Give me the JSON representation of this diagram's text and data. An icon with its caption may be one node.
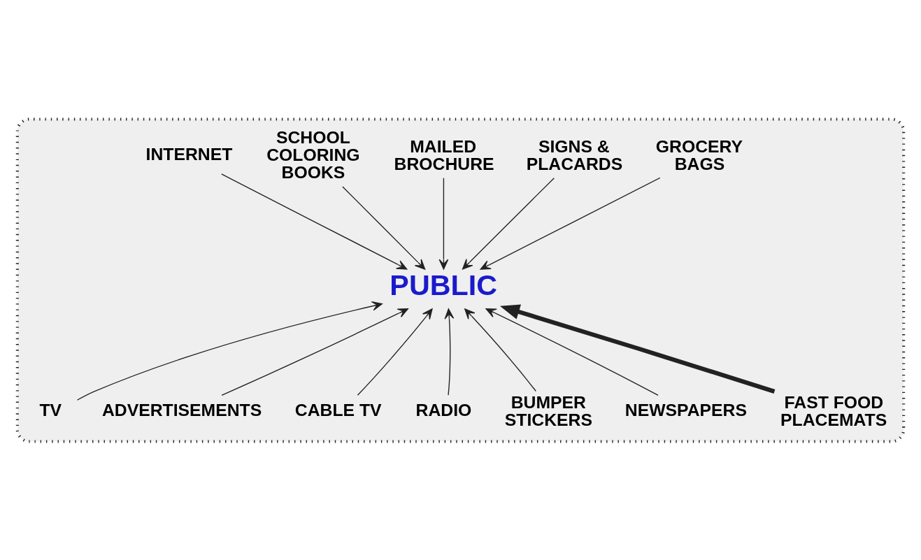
{
  "diagram": {
    "nodes": [
      {
        "text": [],
        "shape": "ellipse"
      },
      {
        "text": [
          "GROCERY BAGS"
        ],
        "in": 0
      },
      {
        "text": [
          "SIGNS & PLACARDS"
        ],
        "in": 0
      },
      {
        "text": [
          "MAILED BROCHURE"
        ],
        "in": 0
      },
      {
        "text": [
          "SCHOOL COLORING BOOKS"
        ],
        "in": 0
      },
      {
        "text": [
          "INTERNET"
        ],
        "in": 0
      },
      {
        "text": [
          "PUBLIC"
        ],
        "in": 0
      },
      {
        "text": [
          "TV"
        ],
        "in": 0
      },
      {
        "text": [
          "ADVERTISEMENTS"
        ],
        "in": 0
      },
      {
        "text": [
          "CABLE TV"
        ],
        "in": 0
      },
      {
        "text": [
          "RADIO"
        ],
        "in": 0
      },
      {
        "text": [
          "BUMPER STICKERS"
        ],
        "in": 0
      },
      {
        "text": [
          "NEWSPAPERS"
        ],
        "in": 0
      },
      {
        "text": [
          "FAST FOOD PLACEMATS"
        ],
        "in": 0
      }
    ],
    "edges": [
      {
        "from": 1,
        "to": 6,
        "arrow": "to"
      },
      {
        "from": 2,
        "to": 6,
        "arrow": "to"
      },
      {
        "from": 3,
        "to": 6,
        "arrow": "to"
      },
      {
        "from": 4,
        "to": 6,
        "arrow": "to"
      },
      {
        "from": 5,
        "to": 6,
        "arrow": "to"
      },
      {
        "from": 7,
        "to": 6,
        "arrow": "to"
      },
      {
        "from": 8,
        "to": 6,
        "arrow": "to"
      },
      {
        "from": 9,
        "to": 6,
        "arrow": "to"
      },
      {
        "from": 10,
        "to": 6,
        "arrow": "to"
      },
      {
        "from": 11,
        "to": 6,
        "arrow": "to"
      },
      {
        "from": 12,
        "to": 6,
        "arrow": "to"
      },
      {
        "from": 13,
        "to": 6,
        "arrow": "to",
        "style": "thick"
      }
    ]
  }
}
